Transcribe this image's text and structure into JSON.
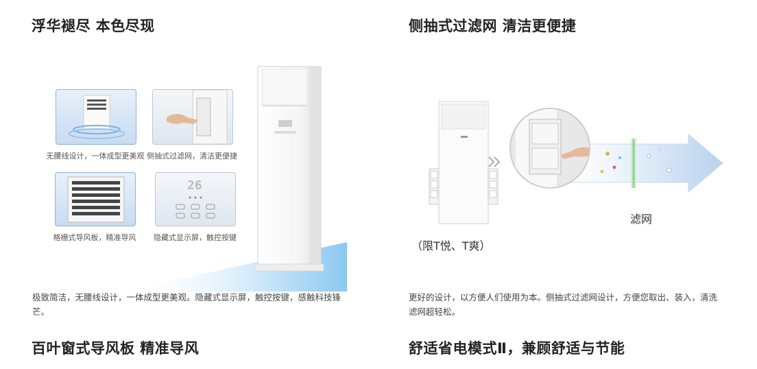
{
  "section1": {
    "heading": "浮华褪尽 本色尽现",
    "features": [
      {
        "caption": "无腰线设计，一体成型更美观"
      },
      {
        "caption": "侧抽式过滤网，清洁更便捷"
      },
      {
        "caption": "格栅式导风板，精准导风"
      },
      {
        "caption": "隐藏式显示屏，触控按键"
      }
    ],
    "description": "极致简洁，无腰线设计，一体成型更美观。隐藏式显示屏，触控按键，感触科技锋芒。"
  },
  "section2": {
    "heading": "侧抽式过滤网 清洁更便捷",
    "model_note": "（限T悦、T爽）",
    "filter_label": "滤网",
    "description": "更好的设计，以方便人们使用为本。侧抽式过滤网设计，方便您取出、装入，清洗滤网超轻松。"
  },
  "section3": {
    "heading": "百叶窗式导风板 精准导风"
  },
  "section4": {
    "heading": "舒适省电模式Ⅱ，兼顾舒适与节能"
  },
  "display": {
    "temperature": "26"
  },
  "colors": {
    "sky_blue": "#8cc8f0",
    "heading": "#222222",
    "body_text": "#444444"
  }
}
